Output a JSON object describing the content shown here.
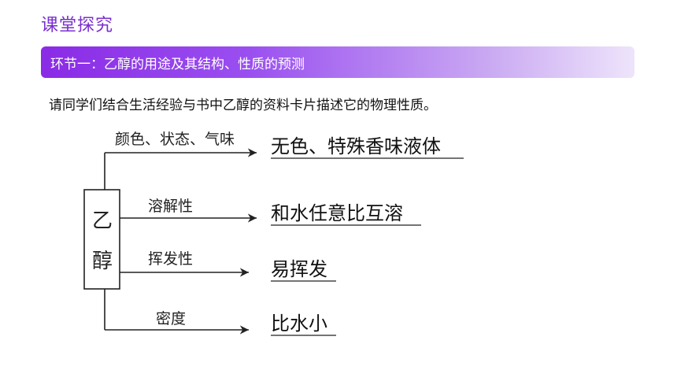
{
  "section_title": "课堂探究",
  "banner": {
    "text": "环节一：乙醇的用途及其结构、性质的预测"
  },
  "intro": "请同学们结合生活经验与书中乙醇的资料卡片描述它的物理性质。",
  "diagram": {
    "subject_lines": [
      "乙",
      "醇"
    ],
    "branches": [
      {
        "label": "颜色、状态、气味",
        "value": "无色、特殊香味液体"
      },
      {
        "label": "溶解性",
        "value": "和水任意比互溶"
      },
      {
        "label": "挥发性",
        "value": "易挥发"
      },
      {
        "label": "密度",
        "value": "比水小"
      }
    ]
  }
}
